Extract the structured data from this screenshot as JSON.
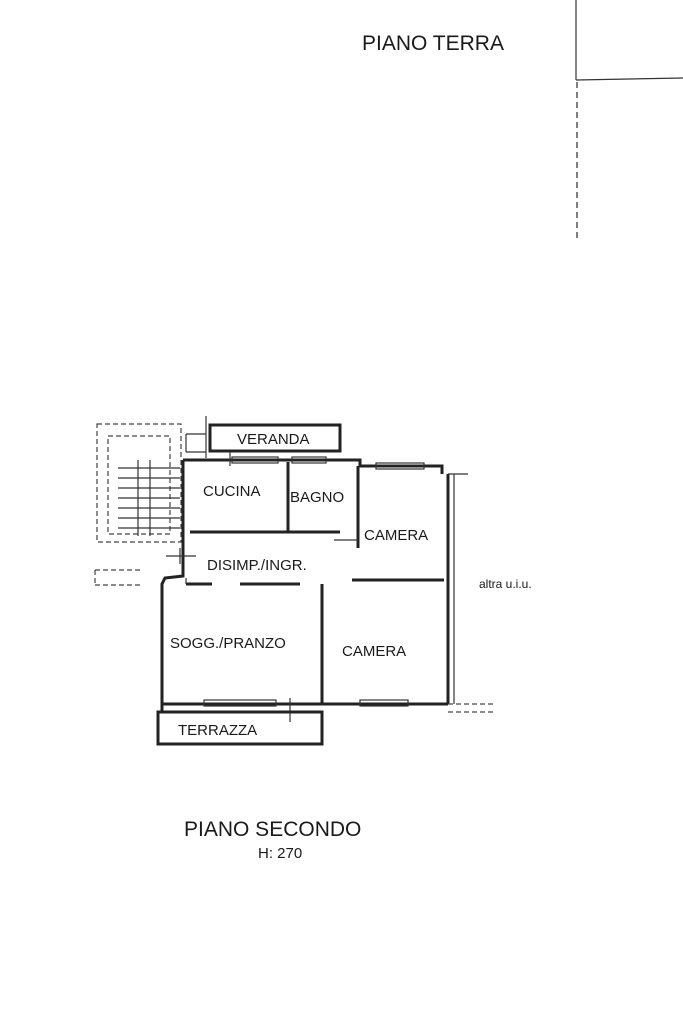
{
  "ground_floor": {
    "title": "PIANO TERRA"
  },
  "second_floor": {
    "title": "PIANO SECONDO",
    "height_note": "H: 270",
    "rooms": {
      "veranda": "VERANDA",
      "kitchen": "CUCINA",
      "bathroom": "BAGNO",
      "bedroom_1": "CAMERA",
      "hall": "DISIMP./INGR.",
      "living_dining": "SOGG./PRANZO",
      "bedroom_2": "CAMERA",
      "terrace": "TERRAZZA"
    },
    "adjacent_unit": "altra u.i.u."
  }
}
